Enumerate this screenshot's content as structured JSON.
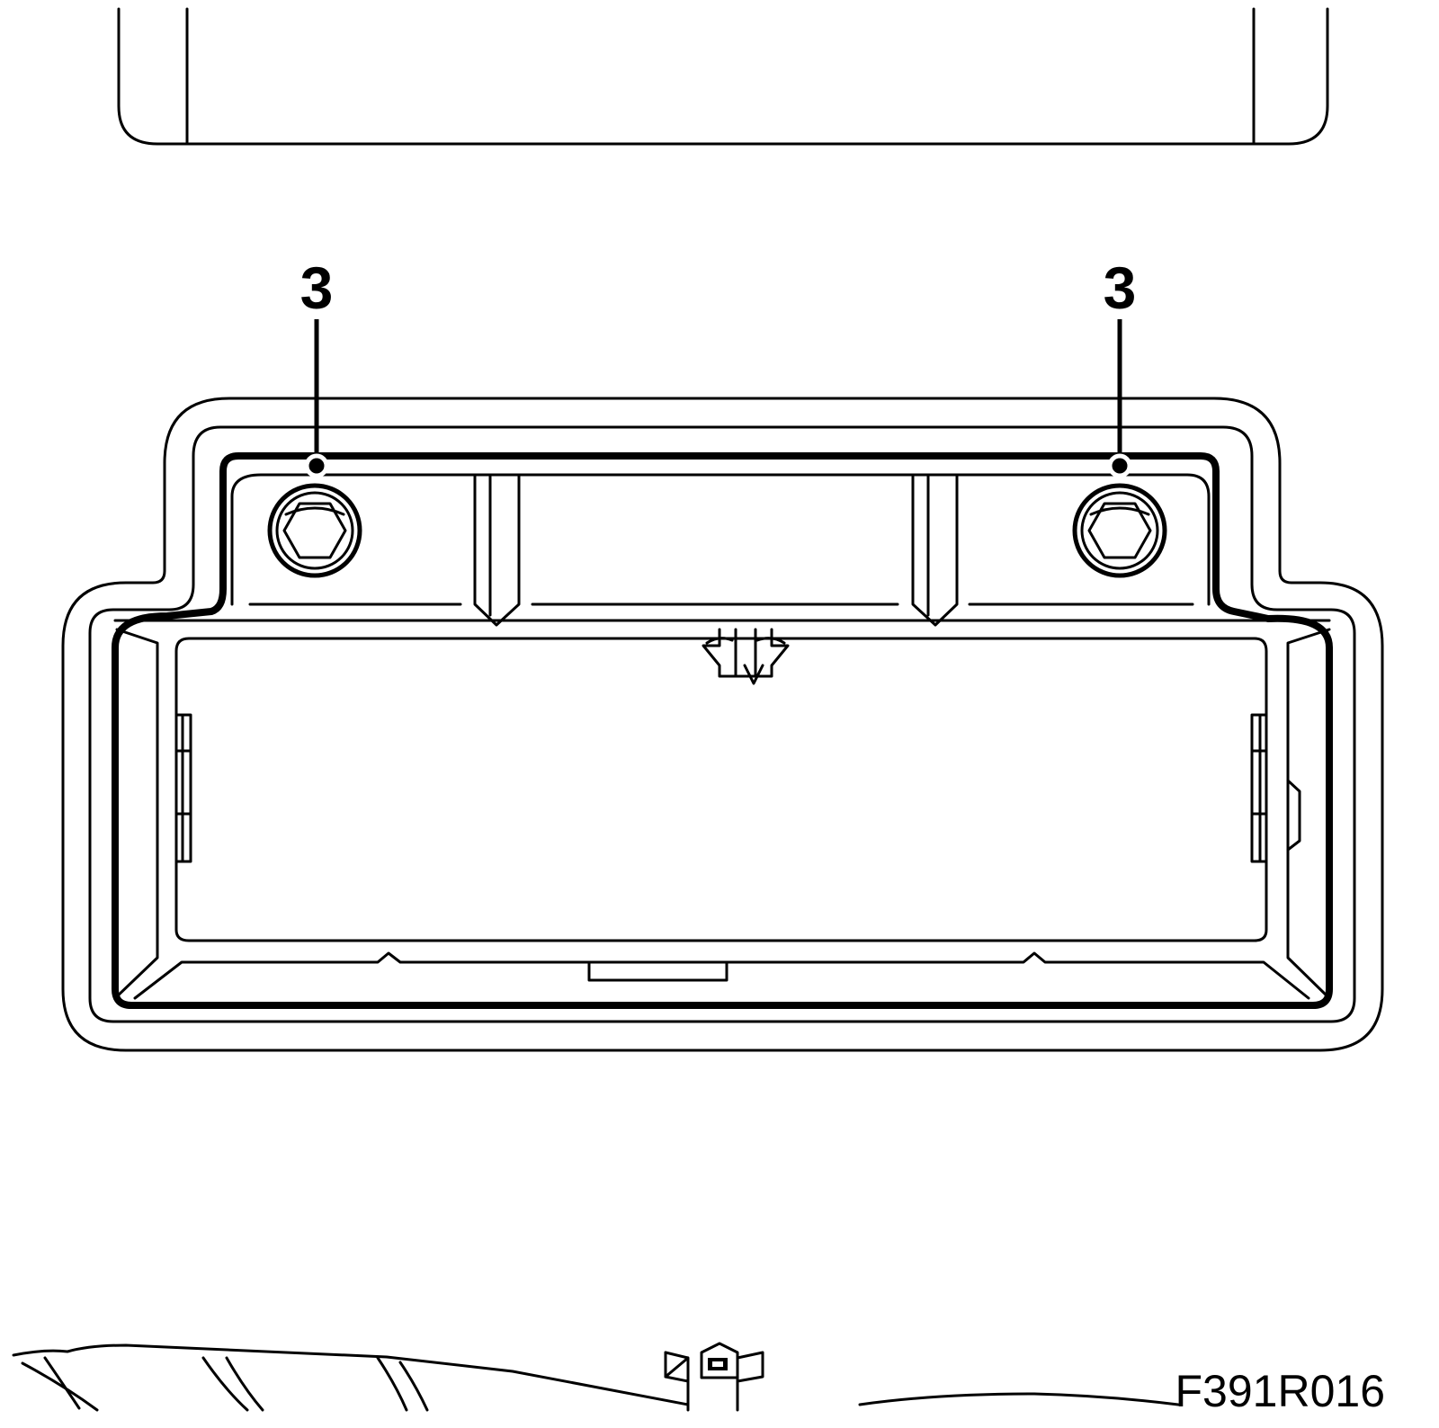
{
  "figure": {
    "code": "F391R016",
    "background": "#ffffff",
    "line_color": "#000000"
  },
  "callouts": [
    {
      "label": "3"
    },
    {
      "label": "3"
    }
  ]
}
